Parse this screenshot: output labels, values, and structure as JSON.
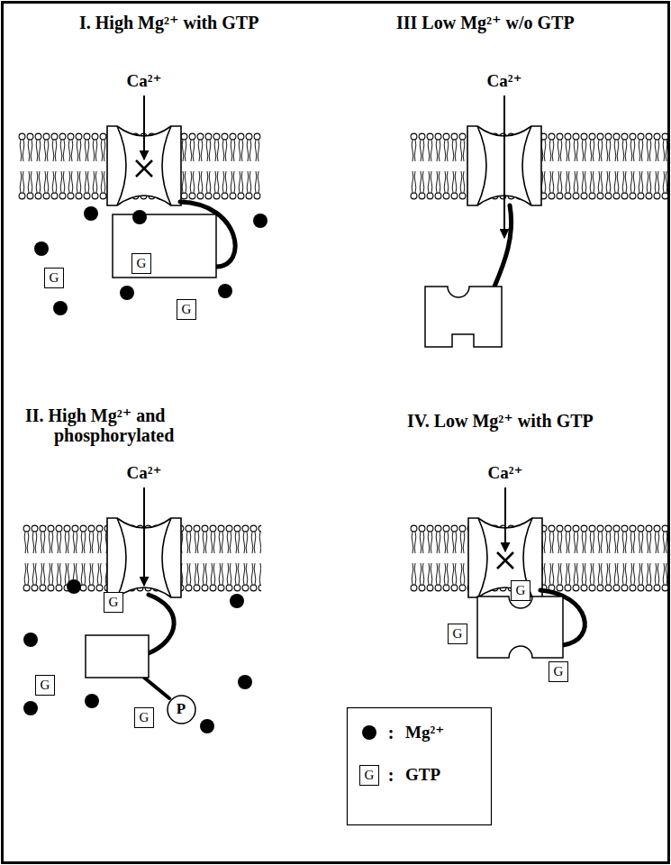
{
  "diagram": {
    "nodes": [
      {
        "text": [
          "G"
        ]
      },
      {
        "text": [
          "G"
        ]
      },
      {
        "text": [
          "G"
        ]
      },
      {
        "text": [
          "G"
        ]
      },
      {
        "text": [
          "G"
        ]
      },
      {
        "text": [
          "P"
        ]
      },
      {
        "text": [
          "G"
        ]
      },
      {
        "text": [
          "G"
        ]
      },
      {
        "text": [
          "G"
        ]
      },
      {
        "text": [
          "G"
        ]
      },
      {
        "text": [
          "G"
        ]
      }
    ],
    "labels": [
      "I. High Mg²⁺ with GTP",
      "III Low Mg²⁺ w/o GTP",
      "Ca²⁺",
      "Ca²⁺",
      "II. High Mg²⁺ and phosphorylated",
      "IV. Low Mg²⁺ with GTP",
      "Ca²⁺",
      "Ca²⁺",
      ":",
      ":"
    ],
    "legend": [
      {
        "text": "Mg²⁺"
      },
      {
        "text": "GTP"
      }
    ]
  }
}
